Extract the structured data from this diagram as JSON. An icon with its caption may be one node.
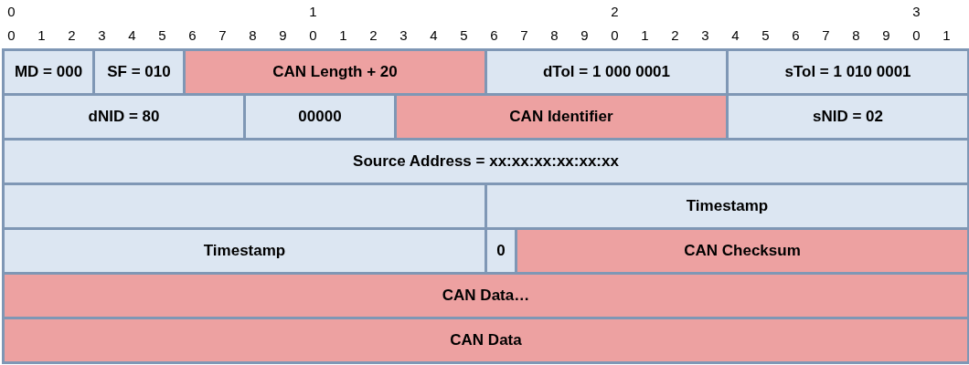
{
  "diagram": {
    "nodes": [
      {
        "text": [
          "MD = 000"
        ]
      },
      {
        "text": [
          "SF = 010"
        ]
      },
      {
        "text": [
          "CAN Length + 20"
        ]
      },
      {
        "text": [
          "dTol = 1 000 0001"
        ]
      },
      {
        "text": [
          "sTol = 1 010 0001"
        ]
      },
      {
        "text": [
          "dNID = 80"
        ]
      },
      {
        "text": [
          "00000"
        ]
      },
      {
        "text": [
          "CAN Identifier"
        ]
      },
      {
        "text": [
          "sNID = 02"
        ]
      },
      {
        "text": [
          "Source Address = xx:xx:xx:xx:xx:xx"
        ]
      },
      {
        "text": [],
        "shape": "box"
      },
      {
        "text": [
          "Timestamp"
        ]
      },
      {
        "text": [
          "Timestamp"
        ]
      },
      {
        "text": [
          "0"
        ]
      },
      {
        "text": [
          "CAN Checksum"
        ]
      },
      {
        "text": [
          "CAN Data…"
        ]
      },
      {
        "text": [
          "CAN Data"
        ]
      }
    ],
    "labels": [
      "0",
      "1",
      "2",
      "3",
      "0",
      "1",
      "2",
      "3",
      "4",
      "5",
      "6",
      "7",
      "8",
      "9",
      "0",
      "1",
      "2",
      "3",
      "4",
      "5",
      "6",
      "7",
      "8",
      "9",
      "0",
      "1",
      "2",
      "3",
      "4",
      "5",
      "6",
      "7",
      "8",
      "9",
      "0",
      "1"
    ]
  }
}
